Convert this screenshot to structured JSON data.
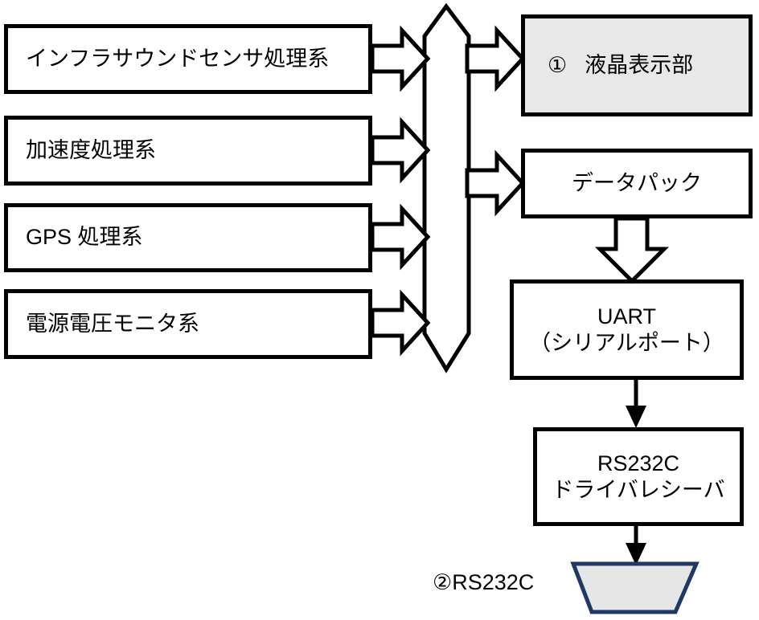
{
  "diagram": {
    "title_present": false,
    "colors": {
      "stroke": "#000000",
      "fill_white": "#ffffff",
      "fill_gray": "#e8e8e8",
      "connector_navy": "#1f3864",
      "connector_fill": "#e6e6e6"
    },
    "left_nodes": [
      {
        "id": "infrasound",
        "label": "インフラサウンドセンサ処理系"
      },
      {
        "id": "acceleration",
        "label": "加速度処理系"
      },
      {
        "id": "gps",
        "label": "GPS 処理系"
      },
      {
        "id": "power-voltage",
        "label": "電源電圧モニタ系"
      }
    ],
    "bus": {
      "id": "internal-bus",
      "label": ""
    },
    "right_nodes": [
      {
        "id": "lcd-display",
        "number": "①",
        "label": "液晶表示部",
        "filled": true
      },
      {
        "id": "data-pack",
        "number": "",
        "label": "データパック",
        "filled": false
      },
      {
        "id": "uart",
        "number": "",
        "label_line1": "UART",
        "label_line2": "（シリアルポート）",
        "filled": false
      },
      {
        "id": "rs232c-driver",
        "number": "",
        "label_line1": "RS232C",
        "label_line2": "ドライバレシーバ",
        "filled": false
      }
    ],
    "connector": {
      "id": "rs232c-port",
      "label": "②RS232C"
    },
    "arrows": {
      "left_to_bus_count": 4,
      "bus_to_right_count": 2,
      "datapack_to_uart": "block-down-arrow",
      "uart_to_rs232c": "line-down-arrow",
      "rs232c_to_port": "line-down-arrow"
    }
  }
}
